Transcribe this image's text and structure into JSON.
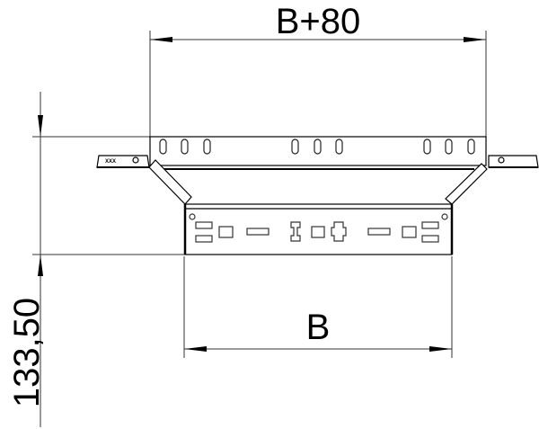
{
  "drawing": {
    "type": "technical-dimension-drawing",
    "subject": "cable tray reducer / add-on piece, top view",
    "colors": {
      "line": "#000000",
      "dimension_line": "#333333",
      "background": "#ffffff"
    }
  },
  "dimensions": {
    "top_width": {
      "label": "B+80"
    },
    "bottom_width": {
      "label": "B"
    },
    "height": {
      "label": "133,50"
    }
  },
  "part_marking": {
    "label": "XXX"
  }
}
